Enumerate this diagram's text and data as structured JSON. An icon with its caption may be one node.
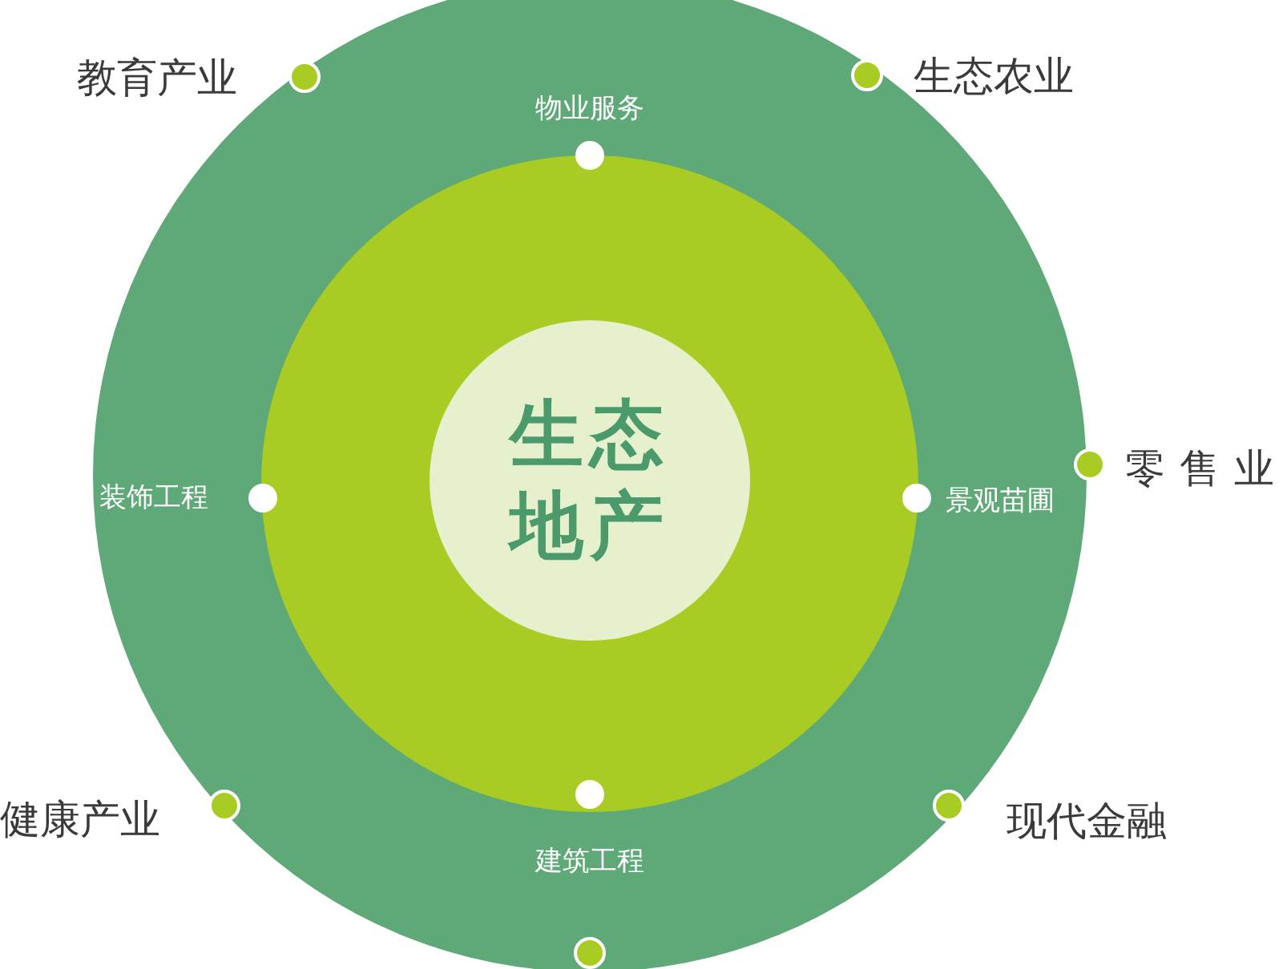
{
  "diagram": {
    "nodes": [
      {
        "text": [],
        "shape": "circle"
      },
      {
        "text": [],
        "shape": "circle",
        "in": 0
      },
      {
        "text": [
          "生态地产"
        ],
        "in": 1
      }
    ],
    "labels": [
      "教育产业",
      "生态农业",
      "物业服务",
      "零售业",
      "装饰工程",
      "景观苗圃",
      "健康产业",
      "现代金融",
      "建筑工程"
    ]
  }
}
